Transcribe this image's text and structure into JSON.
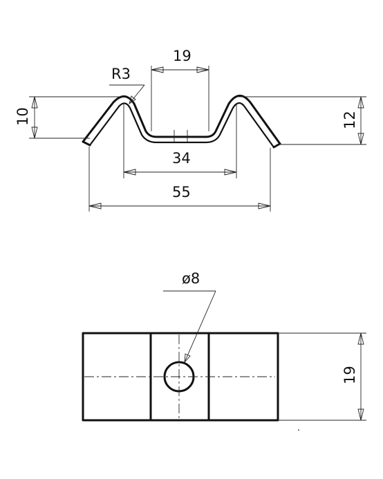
{
  "side_view": {
    "dim_width_top": "19",
    "dim_radius": "R3",
    "dim_height_left": "10",
    "dim_height_right": "12",
    "dim_width_mid": "34",
    "dim_width_total": "55"
  },
  "top_view": {
    "dim_hole": "ø8",
    "dim_depth": "19"
  }
}
